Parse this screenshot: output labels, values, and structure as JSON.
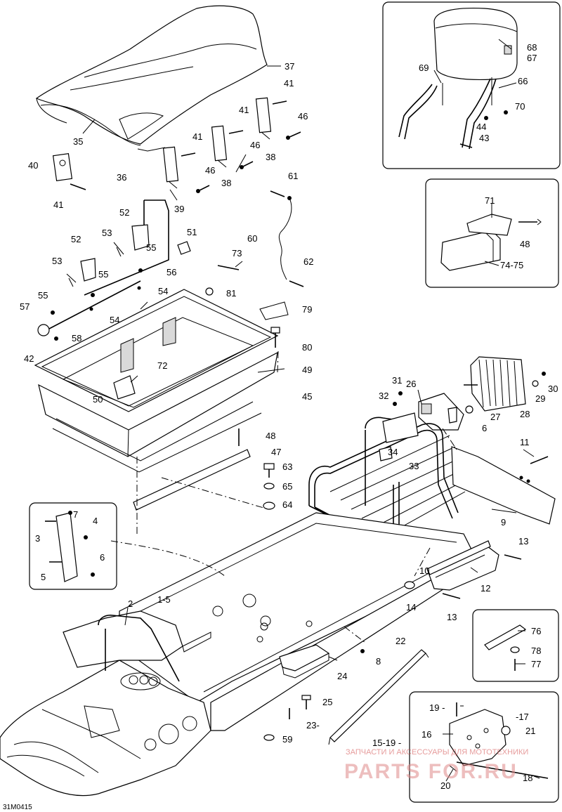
{
  "diagram_code": "31M0415",
  "watermark": {
    "line1": "ЗАПЧАСТИ И АКСЕССУАРЫ ДЛЯ МОТОТЕХНИКИ",
    "line2": "PARTS FOR.RU"
  },
  "callouts": {
    "c37": "37",
    "c35": "35",
    "c40": "40",
    "c36": "36",
    "c41a": "41",
    "c41b": "41",
    "c41c": "41",
    "c41d": "41",
    "c46a": "46",
    "c46b": "46",
    "c46c": "46",
    "c38a": "38",
    "c38b": "38",
    "c39": "39",
    "c61": "61",
    "c52a": "52",
    "c52b": "52",
    "c53a": "53",
    "c53b": "53",
    "c55a": "55",
    "c55b": "55",
    "c55c": "55",
    "c51": "51",
    "c56": "56",
    "c60": "60",
    "c73": "73",
    "c62": "62",
    "c54a": "54",
    "c54b": "54",
    "c81": "81",
    "c57": "57",
    "c58": "58",
    "c79": "79",
    "c80": "80",
    "c42": "42",
    "c72": "72",
    "c49": "49",
    "c50": "50",
    "c45": "45",
    "c48a": "48",
    "c47": "47",
    "c63": "63",
    "c65": "65",
    "c64": "64",
    "c68": "68",
    "c67": "67",
    "c69": "69",
    "c66": "66",
    "c70": "70",
    "c44": "44",
    "c43": "43",
    "c71": "71",
    "c48b": "48",
    "c74": "74-75",
    "c31": "31",
    "c32": "32",
    "c26": "26",
    "c30": "30",
    "c29": "29",
    "c28": "28",
    "c27": "27",
    "c6a": "6",
    "c34": "34",
    "c33": "33",
    "c11": "11",
    "c9": "9",
    "c7": "7",
    "c4": "4",
    "c3": "3",
    "c6b": "6",
    "c5": "5",
    "c13a": "13",
    "c10": "10",
    "c12": "12",
    "c13b": "13",
    "c14": "14",
    "c2": "2",
    "c1": "1-5",
    "c22": "22",
    "c8": "8",
    "c24": "24",
    "c25": "25",
    "c23": "23-",
    "c59": "59",
    "c1519": "15-19 -",
    "c76": "76",
    "c78": "78",
    "c77": "77",
    "c19": "19 -",
    "c17": "-17",
    "c16": "16",
    "c21": "21",
    "c20": "20",
    "c18": "18"
  }
}
